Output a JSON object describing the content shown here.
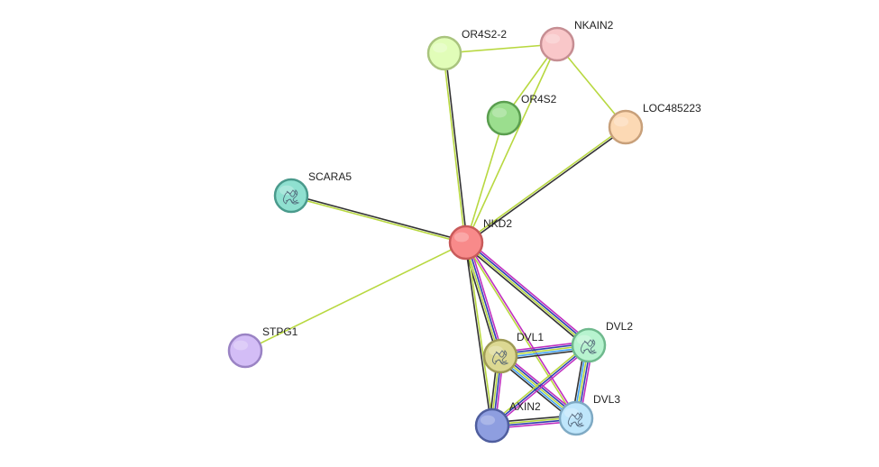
{
  "network": {
    "nodes": [
      {
        "id": "NKD2",
        "label": "NKD2",
        "fill": "#f88a8a",
        "stroke": "#c85a5a",
        "has_structure": false
      },
      {
        "id": "OR4S2-2",
        "label": "OR4S2-2",
        "fill": "#e1fdb8",
        "stroke": "#a9c47e",
        "has_structure": false
      },
      {
        "id": "NKAIN2",
        "label": "NKAIN2",
        "fill": "#f9c7c9",
        "stroke": "#c68e93",
        "has_structure": false
      },
      {
        "id": "OR4S2",
        "label": "OR4S2",
        "fill": "#9bde8e",
        "stroke": "#5a9e4f",
        "has_structure": false
      },
      {
        "id": "LOC485223",
        "label": "LOC485223",
        "fill": "#fcd9b4",
        "stroke": "#c8a07a",
        "has_structure": false
      },
      {
        "id": "SCARA5",
        "label": "SCARA5",
        "fill": "#8fe0d0",
        "stroke": "#4a9a8c",
        "has_structure": true
      },
      {
        "id": "STPG1",
        "label": "STPG1",
        "fill": "#d3bdf6",
        "stroke": "#9a83c4",
        "has_structure": false
      },
      {
        "id": "DVL1",
        "label": "DVL1",
        "fill": "#dcd892",
        "stroke": "#9e9a55",
        "has_structure": true
      },
      {
        "id": "DVL2",
        "label": "DVL2",
        "fill": "#b7f3cf",
        "stroke": "#6fb98d",
        "has_structure": true
      },
      {
        "id": "DVL3",
        "label": "DVL3",
        "fill": "#bfe6fb",
        "stroke": "#7faac4",
        "has_structure": true
      },
      {
        "id": "AXIN2",
        "label": "AXIN2",
        "fill": "#8e9ee0",
        "stroke": "#4f5e9e",
        "has_structure": false
      }
    ],
    "edges": [
      {
        "source": "NKD2",
        "target": "OR4S2-2",
        "types": [
          "textmining",
          "coexpression"
        ]
      },
      {
        "source": "NKD2",
        "target": "NKAIN2",
        "types": [
          "textmining"
        ]
      },
      {
        "source": "NKD2",
        "target": "OR4S2",
        "types": [
          "textmining"
        ]
      },
      {
        "source": "NKD2",
        "target": "LOC485223",
        "types": [
          "textmining",
          "coexpression"
        ]
      },
      {
        "source": "NKD2",
        "target": "SCARA5",
        "types": [
          "textmining",
          "coexpression"
        ]
      },
      {
        "source": "NKD2",
        "target": "STPG1",
        "types": [
          "textmining"
        ]
      },
      {
        "source": "NKD2",
        "target": "DVL1",
        "types": [
          "experiments",
          "database",
          "textmining",
          "coexpression"
        ]
      },
      {
        "source": "NKD2",
        "target": "DVL2",
        "types": [
          "experiments",
          "database",
          "textmining",
          "coexpression"
        ]
      },
      {
        "source": "NKD2",
        "target": "DVL3",
        "types": [
          "experiments",
          "textmining"
        ]
      },
      {
        "source": "NKD2",
        "target": "AXIN2",
        "types": [
          "textmining",
          "coexpression"
        ]
      },
      {
        "source": "OR4S2-2",
        "target": "NKAIN2",
        "types": [
          "textmining"
        ]
      },
      {
        "source": "NKAIN2",
        "target": "OR4S2",
        "types": [
          "textmining"
        ]
      },
      {
        "source": "NKAIN2",
        "target": "LOC485223",
        "types": [
          "textmining"
        ]
      },
      {
        "source": "DVL1",
        "target": "DVL2",
        "types": [
          "experiments",
          "database",
          "textmining",
          "homology",
          "coexpression"
        ]
      },
      {
        "source": "DVL1",
        "target": "DVL3",
        "types": [
          "experiments",
          "database",
          "textmining",
          "homology",
          "coexpression"
        ]
      },
      {
        "source": "DVL1",
        "target": "AXIN2",
        "types": [
          "experiments",
          "database",
          "textmining",
          "coexpression"
        ]
      },
      {
        "source": "DVL2",
        "target": "DVL3",
        "types": [
          "experiments",
          "database",
          "textmining",
          "homology",
          "coexpression"
        ]
      },
      {
        "source": "DVL2",
        "target": "AXIN2",
        "types": [
          "experiments",
          "database",
          "textmining"
        ]
      },
      {
        "source": "DVL3",
        "target": "AXIN2",
        "types": [
          "experiments",
          "database",
          "textmining",
          "coexpression"
        ]
      }
    ],
    "edge_colors": {
      "experiments": "#c030c0",
      "database": "#3040b0",
      "textmining": "#b8d840",
      "homology": "#40a0f0",
      "coexpression": "#333333"
    }
  }
}
